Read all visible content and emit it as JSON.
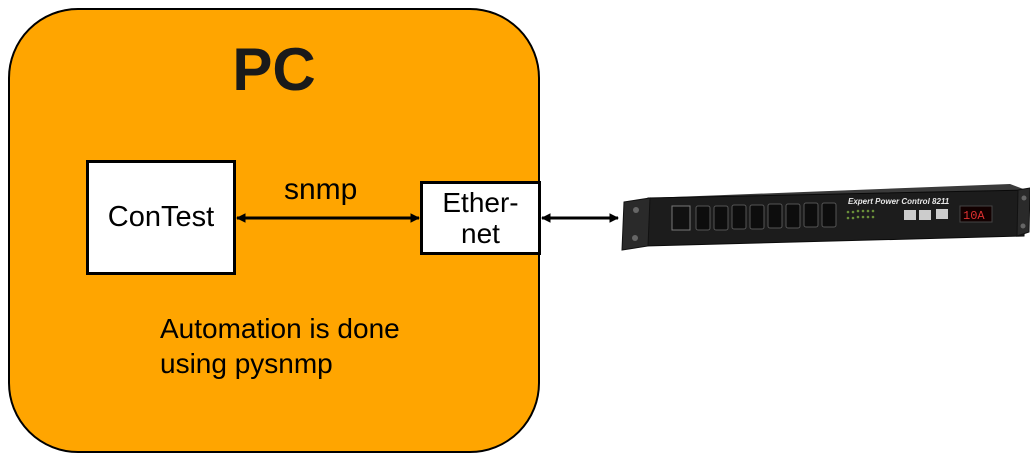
{
  "pc": {
    "title": "PC",
    "color": "#FFA500"
  },
  "contest": {
    "label": "ConTest"
  },
  "ethernet": {
    "label": "Ether-\nnet"
  },
  "link": {
    "label": "snmp"
  },
  "note": {
    "line1": "Automation is done",
    "line2": "using pysnmp"
  },
  "device": {
    "brand_text": "Expert Power Control 8211",
    "display_text": "10A",
    "outlet_count": 8
  }
}
